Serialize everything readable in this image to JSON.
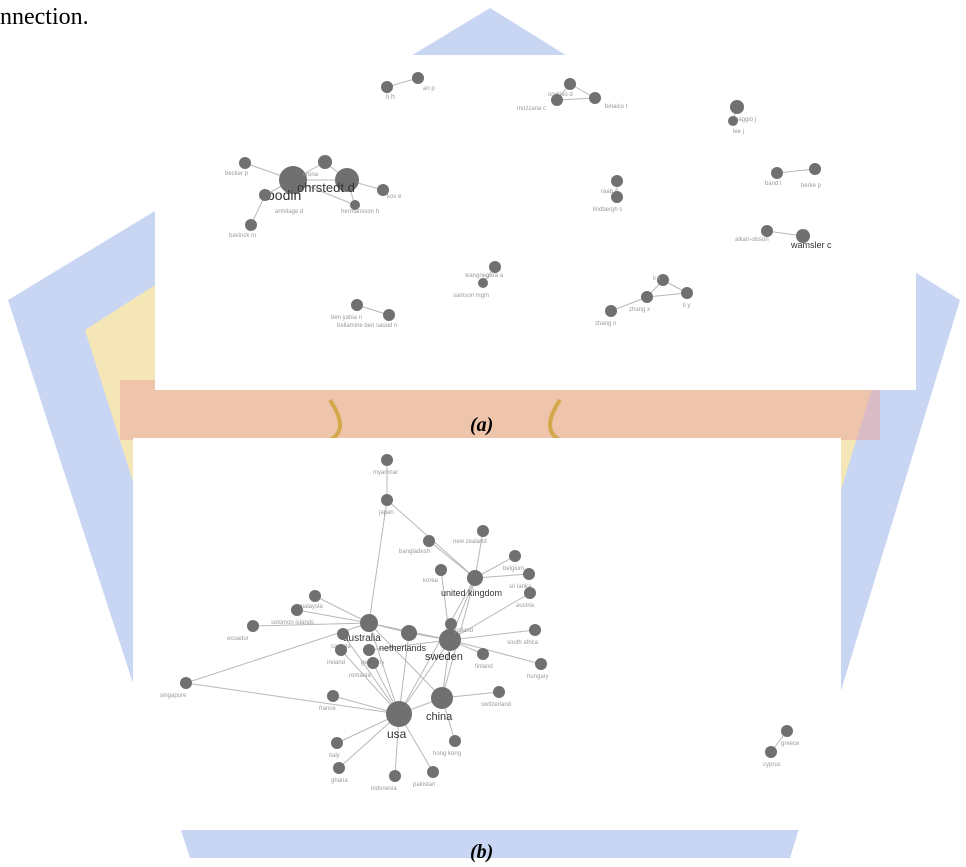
{
  "header_text": "nnection.",
  "colors": {
    "watermark_blue": "#c9d6f3",
    "watermark_yellow": "#f5e6b8",
    "watermark_red": "#f0c4c0",
    "node_gray": "#707070",
    "label_gray": "#9a9a9a"
  },
  "panel_a": {
    "caption": "(a)",
    "nodes": [
      {
        "id": "li h",
        "label": "li h"
      },
      {
        "id": "an p",
        "label": "an p"
      },
      {
        "id": "oxtdsoda",
        "label": "ondriso d"
      },
      {
        "id": "mozzana c",
        "label": "mozzana c"
      },
      {
        "id": "binaico l",
        "label": "binaico l"
      },
      {
        "id": "basgaja j",
        "label": "baggio j"
      },
      {
        "id": "lee j",
        "label": "lee j"
      },
      {
        "id": "becker p",
        "label": "becker p"
      },
      {
        "id": "bodin",
        "label": "bodin"
      },
      {
        "id": "ohrstedt d",
        "label": "ohrstedt d"
      },
      {
        "id": "crona",
        "label": "crona"
      },
      {
        "id": "kov e",
        "label": "kov e"
      },
      {
        "id": "hermansson h",
        "label": "hermansson h"
      },
      {
        "id": "armitage d",
        "label": "armitage d"
      },
      {
        "id": "bavinck m",
        "label": "bavinck m"
      },
      {
        "id": "raab j",
        "label": "raab j"
      },
      {
        "id": "lindbergh s",
        "label": "lindbergh s"
      },
      {
        "id": "band l",
        "label": "band l"
      },
      {
        "id": "berke p",
        "label": "berke p"
      },
      {
        "id": "alkan-olsson",
        "label": "alkan-olsson"
      },
      {
        "id": "wamsler c",
        "label": "wamsler c"
      },
      {
        "id": "wangnegara a",
        "label": "wangnegara a"
      },
      {
        "id": "samson mgm",
        "label": "samson mgm"
      },
      {
        "id": "li x",
        "label": "li x"
      },
      {
        "id": "zhang x",
        "label": "zhang x"
      },
      {
        "id": "li y",
        "label": "li y"
      },
      {
        "id": "zhang n",
        "label": "zhang n"
      },
      {
        "id": "ben yahia n",
        "label": "ben yahia n"
      },
      {
        "id": "bellamine ben saoud n",
        "label": "bellamine ben saoud n"
      }
    ]
  },
  "panel_b": {
    "caption": "(b)",
    "nodes": [
      {
        "id": "myanmar",
        "label": "myanmar"
      },
      {
        "id": "japan",
        "label": "japan"
      },
      {
        "id": "bangladesh",
        "label": "bangladesh"
      },
      {
        "id": "new zealand",
        "label": "new zealand"
      },
      {
        "id": "belgium",
        "label": "belgium"
      },
      {
        "id": "sri lanka",
        "label": "sri lanka"
      },
      {
        "id": "korea",
        "label": "korea"
      },
      {
        "id": "united kingdom",
        "label": "united kingdom"
      },
      {
        "id": "austria",
        "label": "austria"
      },
      {
        "id": "malaysia",
        "label": "malaysia"
      },
      {
        "id": "solomon islands",
        "label": "solomon islands"
      },
      {
        "id": "ecuador",
        "label": "ecuador"
      },
      {
        "id": "australia",
        "label": "australia"
      },
      {
        "id": "netherlands",
        "label": "netherlands"
      },
      {
        "id": "canada",
        "label": "canada"
      },
      {
        "id": "ireland",
        "label": "ireland"
      },
      {
        "id": "germany",
        "label": "germany"
      },
      {
        "id": "romania",
        "label": "romania"
      },
      {
        "id": "sweden",
        "label": "sweden"
      },
      {
        "id": "poland",
        "label": "poland"
      },
      {
        "id": "south africa",
        "label": "south africa"
      },
      {
        "id": "finland",
        "label": "finland"
      },
      {
        "id": "hungary",
        "label": "hungary"
      },
      {
        "id": "singapore",
        "label": "singapore"
      },
      {
        "id": "france",
        "label": "france"
      },
      {
        "id": "switzerland",
        "label": "switzerland"
      },
      {
        "id": "china",
        "label": "china"
      },
      {
        "id": "usa",
        "label": "usa"
      },
      {
        "id": "hong kong",
        "label": "hong kong"
      },
      {
        "id": "italy",
        "label": "italy"
      },
      {
        "id": "ghana",
        "label": "ghana"
      },
      {
        "id": "indonesia",
        "label": "indonesia"
      },
      {
        "id": "pakistan",
        "label": "pakistan"
      },
      {
        "id": "greece",
        "label": "greece"
      },
      {
        "id": "cyprus",
        "label": "cyprus"
      }
    ]
  }
}
